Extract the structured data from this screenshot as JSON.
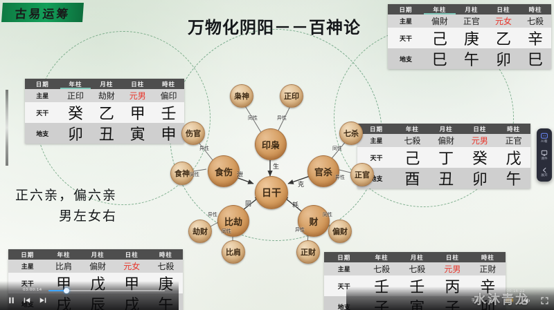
{
  "brand": {
    "logo_text": "古易运筹"
  },
  "slide": {
    "title": "万物化阴阳－－百神论",
    "note_line1": "正六亲，偏六亲",
    "note_line2": "男左女右"
  },
  "table_labels": {
    "row_head": "日期",
    "row_star": "主星",
    "row_gan": "天干",
    "row_zhi": "地支",
    "col_year": "年柱",
    "col_month": "月柱",
    "col_day": "日柱",
    "col_hour": "時柱"
  },
  "tables": {
    "top_right": {
      "star": [
        "偏財",
        "正官",
        "元女",
        "七殺"
      ],
      "gan": [
        "己",
        "庚",
        "乙",
        "辛"
      ],
      "zhi": [
        "巳",
        "午",
        "卯",
        "巳"
      ],
      "day_star_color": "#e8342a"
    },
    "left": {
      "star": [
        "正印",
        "劫財",
        "元男",
        "偏印"
      ],
      "gan": [
        "癸",
        "乙",
        "甲",
        "壬"
      ],
      "zhi": [
        "卯",
        "丑",
        "寅",
        "申"
      ],
      "day_star_color": "#e8342a"
    },
    "mid_right": {
      "star": [
        "七殺",
        "偏財",
        "元男",
        "正官"
      ],
      "gan": [
        "己",
        "丁",
        "癸",
        "戊"
      ],
      "zhi": [
        "酉",
        "丑",
        "卯",
        "午"
      ],
      "day_star_color": "#e8342a"
    },
    "bottom_left": {
      "star": [
        "比肩",
        "偏財",
        "元女",
        "七殺"
      ],
      "gan": [
        "甲",
        "戊",
        "甲",
        "庚"
      ],
      "zhi": [
        "戌",
        "辰",
        "戌",
        "午"
      ],
      "day_star_color": "#e8342a"
    },
    "bottom_right": {
      "star": [
        "七殺",
        "七殺",
        "元男",
        "正財"
      ],
      "gan": [
        "壬",
        "壬",
        "丙",
        "辛"
      ],
      "zhi": [
        "子",
        "寅",
        "子",
        "卯"
      ],
      "day_star_color": "#e8342a"
    }
  },
  "diagram": {
    "nodes": {
      "core": "日干",
      "yinxiao": "印枭",
      "xiaoshen": "枭神",
      "zhengyin": "正印",
      "shishang": "食伤",
      "shangguan": "伤官",
      "shishen": "食神",
      "guansha": "官杀",
      "qisha": "七杀",
      "zhengguan": "正官",
      "bijie": "比劫",
      "jiecai": "劫财",
      "bijian": "比肩",
      "cai": "财",
      "zhengcai": "正财",
      "piancai": "偏财"
    },
    "edge_labels": {
      "sheng": "生",
      "xie": "泄",
      "ke": "克",
      "tong": "同",
      "hao": "耗",
      "yinxiao_xiaoshen": "同性",
      "yinxiao_zhengyin": "异性",
      "shishang_shangguan": "异性",
      "shishang_shishen": "同性",
      "guansha_qisha": "同性",
      "guansha_zhengguan": "异性",
      "bijie_jiecai": "异性",
      "bijie_bijian": "同性",
      "cai_zhengcai": "异性",
      "cai_piancai": "同性"
    }
  },
  "side_tools": [
    {
      "icon": "ai-chat-icon",
      "label": "AI看"
    },
    {
      "icon": "courseware-icon",
      "label": "课件"
    },
    {
      "icon": "chevron-left-icon",
      "label": "展开"
    }
  ],
  "player": {
    "current_time": "03:00:14",
    "right_time": "00:16:22",
    "subtitle_label": "字幕",
    "speed_label": "倍速",
    "quality_label": "超清",
    "accent_color": "#3ea6ff"
  },
  "watermark": {
    "text": "水沐青龙"
  }
}
